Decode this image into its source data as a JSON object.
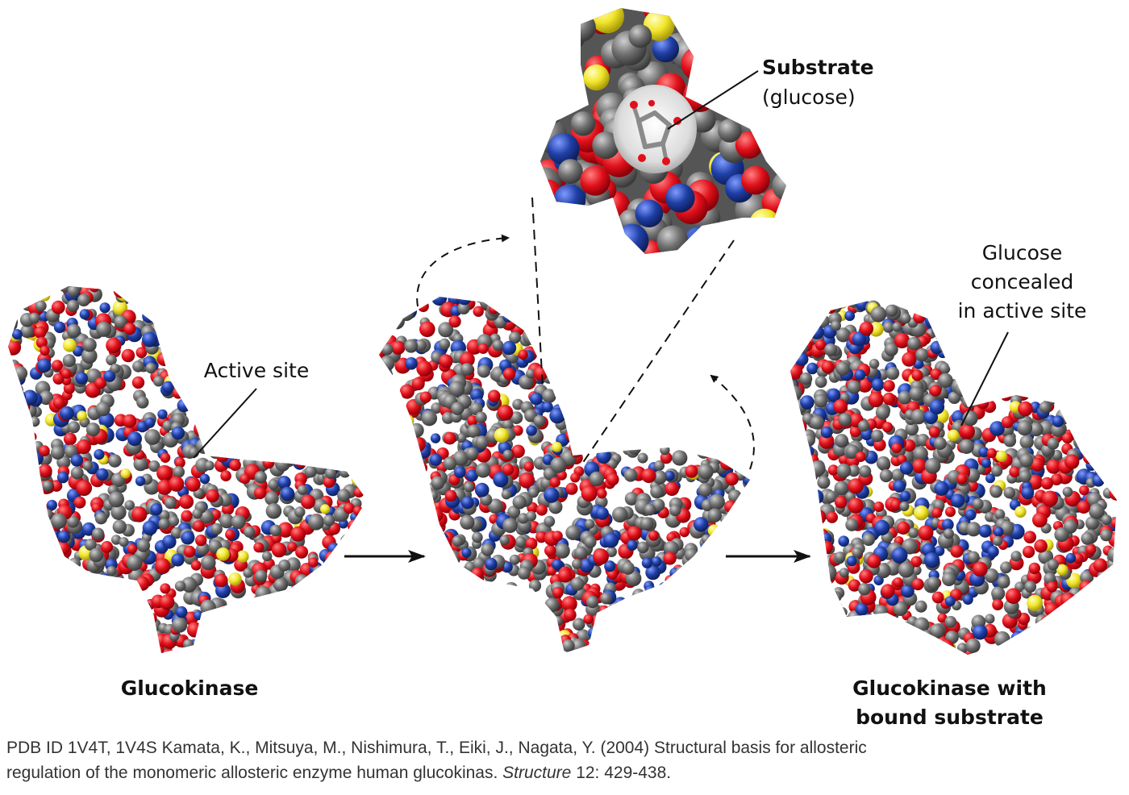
{
  "labels": {
    "substrate_title": "Substrate",
    "substrate_sub": "(glucose)",
    "active_site": "Active site",
    "glucose_line1": "Glucose",
    "glucose_line2": "concealed",
    "glucose_line3": "in active site",
    "left_title": "Glucokinase",
    "right_title_line1": "Glucokinase with",
    "right_title_line2": "bound substrate"
  },
  "caption": {
    "line1": "PDB ID 1V4T, 1V4S Kamata, K., Mitsuya, M., Nishimura, T., Eiki, J., Nagata, Y. (2004) Structural basis for allosteric",
    "line2_pre": "regulation of the monomeric allosteric enzyme human glucokinas. ",
    "line2_journal": "Structure",
    "line2_post": " 12: 429-438."
  },
  "colors": {
    "carbon": "#6f6f6f",
    "oxygen": "#e1101b",
    "nitrogen": "#1f3fa6",
    "sulfur": "#f2e52a",
    "arrow": "#111111"
  }
}
